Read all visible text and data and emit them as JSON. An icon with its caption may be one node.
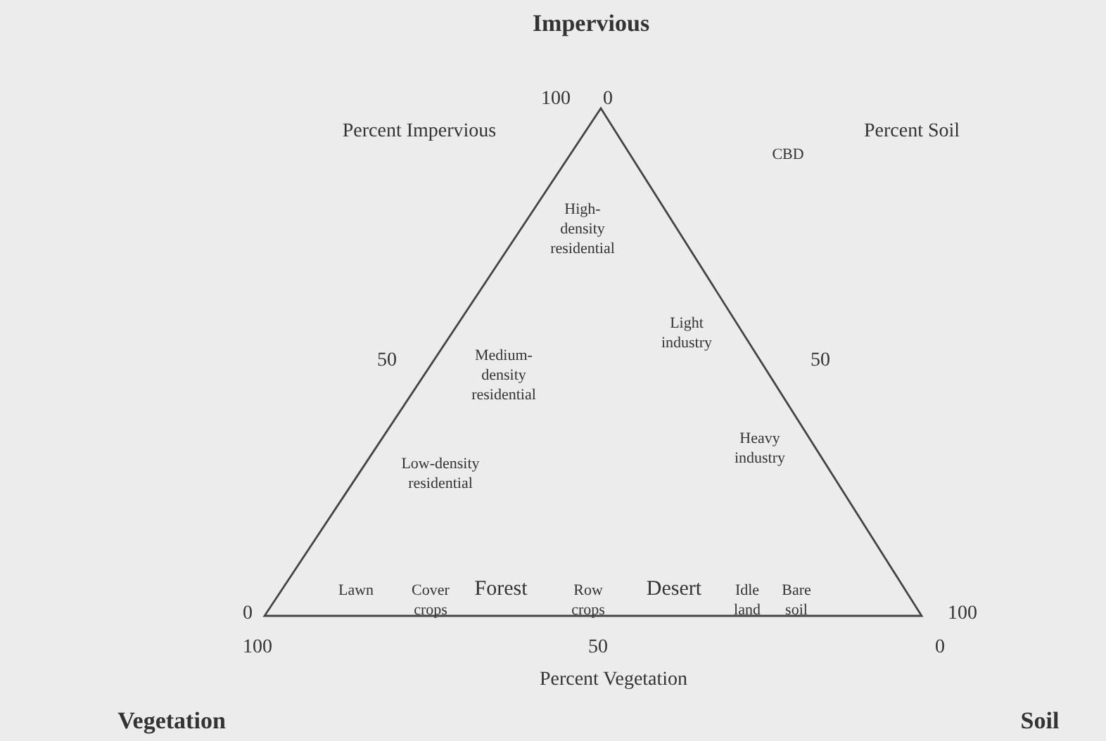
{
  "diagram": {
    "labels": [
      "Impervious",
      "100",
      "0",
      "Percent Impervious",
      "Percent Soil",
      "CBD",
      "High-density residential",
      "50",
      "Light industry",
      "50",
      "Medium-density residential",
      "Heavy industry",
      "Low-density residential",
      "Lawn",
      "Cover crops",
      "Forest",
      "Row crops",
      "Desert",
      "Idle land",
      "Bare soil",
      "0",
      "100",
      "100",
      "50",
      "0",
      "Percent Vegetation",
      "Vegetation",
      "Soil"
    ]
  }
}
